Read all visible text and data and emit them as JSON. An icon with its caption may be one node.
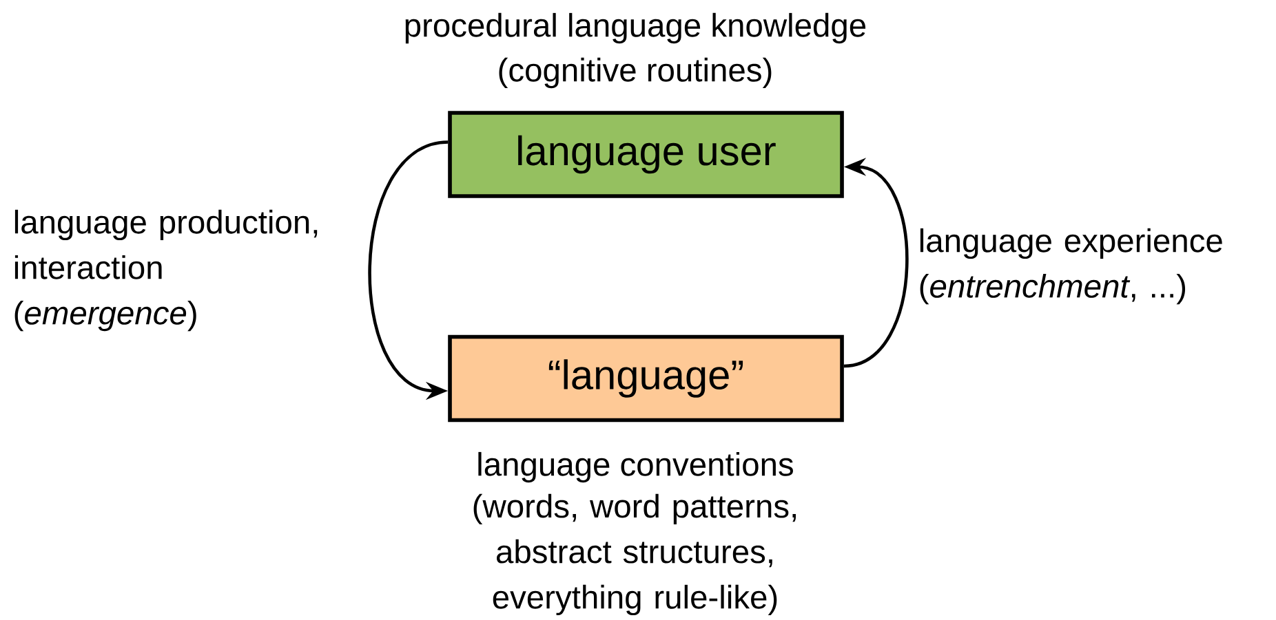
{
  "diagram": {
    "nodes": [
      {
        "text": [
          "language user"
        ],
        "beside": [
          "procedural language knowledge",
          "(cognitive routines)"
        ]
      },
      {
        "text": [
          "“language”"
        ],
        "beside": [
          "language conventions",
          "(words, word patterns, abstract structures, everything rule-like)"
        ]
      }
    ],
    "edges": [
      {
        "from": 0,
        "to": 1,
        "arrow": "to",
        "label": "language production, interaction (*emergence*)"
      },
      {
        "from": 1,
        "to": 0,
        "arrow": "to",
        "label": "language experience (*entrenchment*, ...)"
      }
    ]
  }
}
